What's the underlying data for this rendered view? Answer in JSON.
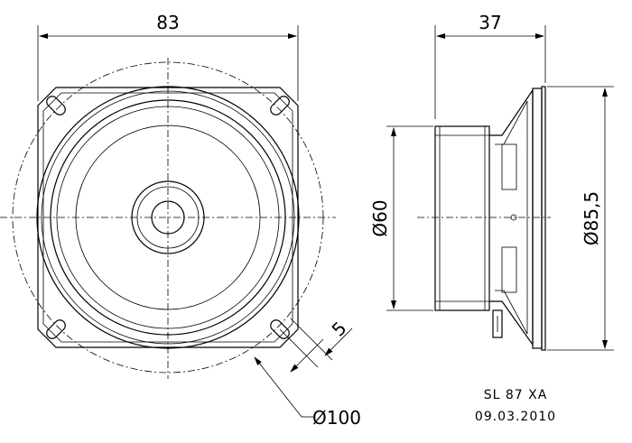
{
  "dimensions": {
    "width": "83",
    "depth": "37",
    "diameter_magnet": "Ø60",
    "diameter_frame": "Ø85,5",
    "diameter_mount": "Ø100",
    "slot": "5"
  },
  "title_block": {
    "model": "SL 87 XA",
    "date": "09.03.2010"
  }
}
